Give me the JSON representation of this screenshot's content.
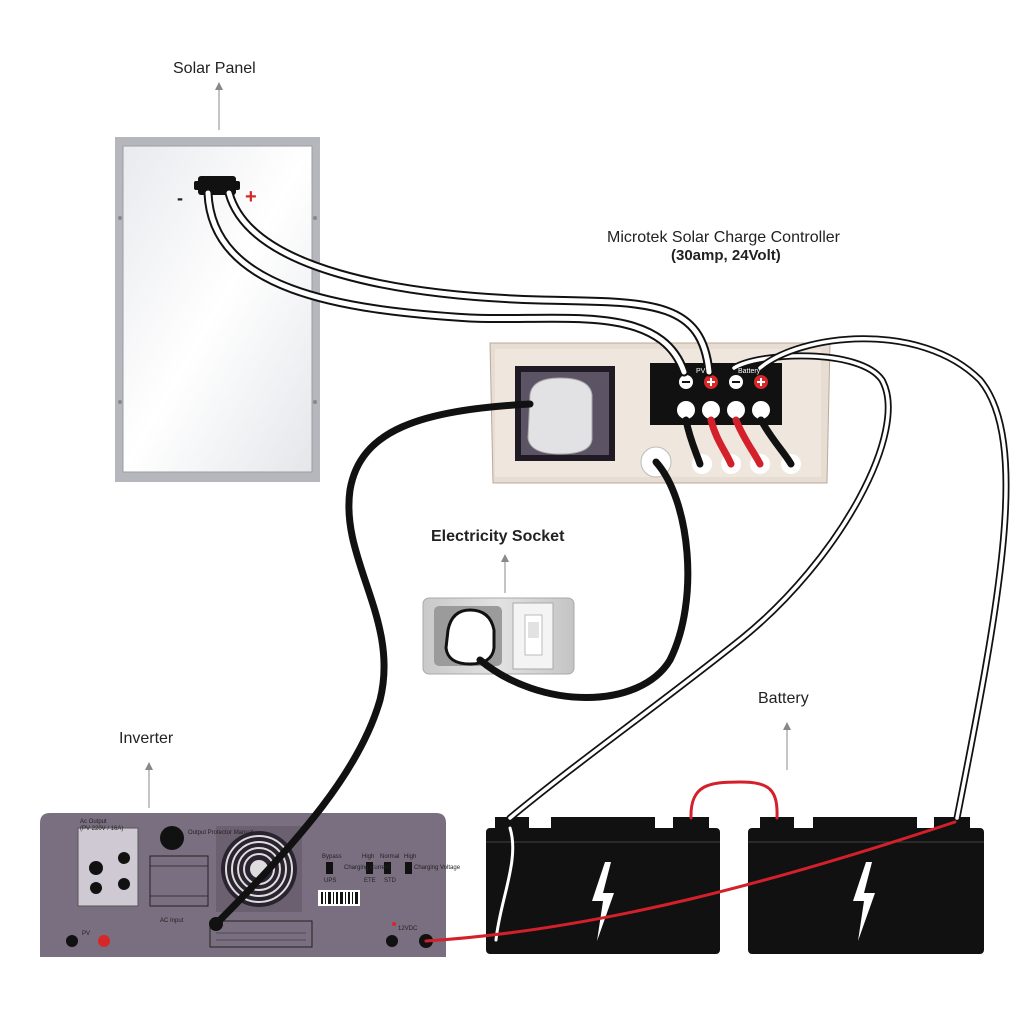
{
  "labels": {
    "solar_panel": "Solar Panel",
    "controller_name": "Microtek Solar Charge Controller",
    "controller_spec": "(30amp, 24Volt)",
    "electricity_socket": "Electricity Socket",
    "battery": "Battery",
    "inverter": "Inverter"
  },
  "solar_panel": {
    "minus": "-",
    "plus": "+"
  },
  "controller": {
    "pv_label": "PV",
    "battery_label": "Battery",
    "terminal_signs": [
      "−",
      "+",
      "−",
      "+"
    ]
  },
  "inverter": {
    "ac_output": "Ac Output",
    "ac_output_spec": "(PV 220V / 16A)",
    "output_protector": "Output Protector Manual",
    "ac_input": "AC Input",
    "pv": "PV",
    "dc_label": "12VDC",
    "switch_labels": [
      "Bypass",
      "High",
      "Normal",
      "High"
    ],
    "switch_sub_labels": [
      "UPS",
      "Charging Current",
      "ETE",
      "STD",
      "Charging Voltage"
    ]
  },
  "colors": {
    "wire_black": "#111111",
    "wire_white": "#ffffff",
    "wire_red": "#d3202a",
    "inverter_body": "#7a6f80",
    "controller_body": "#ebe1d6",
    "battery_body": "#111111",
    "plus_terminal": "#d62828"
  }
}
